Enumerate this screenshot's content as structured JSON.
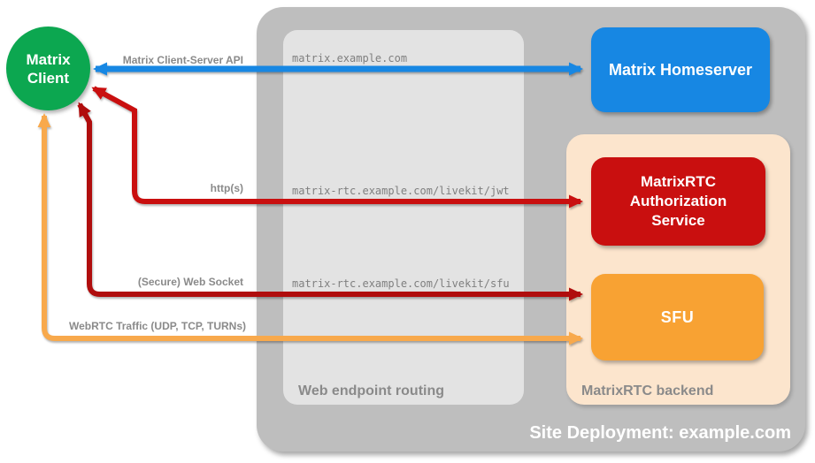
{
  "client": {
    "label": "Matrix Client",
    "bg": "#0CA750"
  },
  "site": {
    "title": "Site Deployment: example.com",
    "bg": "#BEBEBE"
  },
  "routing": {
    "label": "Web endpoint routing",
    "bg": "#E3E3E3",
    "endpoints": [
      "matrix.example.com",
      "matrix-rtc.example.com/livekit/jwt",
      "matrix-rtc.example.com/livekit/sfu"
    ]
  },
  "homeserver": {
    "label": "Matrix Homeserver",
    "bg": "#1787E3"
  },
  "backend": {
    "label": "MatrixRTC backend",
    "bg": "#FCE5CD",
    "auth_service": {
      "label": "MatrixRTC Authorization Service",
      "bg": "#C90F0F"
    },
    "sfu": {
      "label": "SFU",
      "bg": "#F8A233"
    }
  },
  "arrows": [
    {
      "label": "Matrix Client-Server API",
      "color": "#1787E3",
      "from": "Matrix Client",
      "to": "Matrix Homeserver",
      "bidirectional": true
    },
    {
      "label": "http(s)",
      "color": "#C90F0F",
      "from": "Matrix Client",
      "to": "MatrixRTC Authorization Service",
      "bidirectional": true
    },
    {
      "label": "(Secure) Web Socket",
      "color": "#B00D0D",
      "from": "Matrix Client",
      "to": "SFU",
      "bidirectional": true
    },
    {
      "label": "WebRTC Traffic (UDP, TCP, TURNs)",
      "color": "#F8A94C",
      "from": "Matrix Client",
      "to": "SFU",
      "bidirectional": true
    }
  ]
}
